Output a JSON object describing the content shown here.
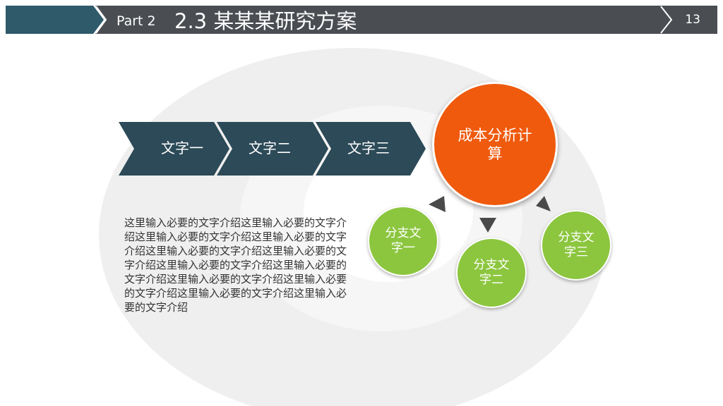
{
  "header": {
    "part_label": "Part 2",
    "title": "2.3 某某某研究方案",
    "page_number": "13"
  },
  "flow": {
    "steps": [
      "文字一",
      "文字二",
      "文字三"
    ]
  },
  "diagram": {
    "center": "成本分析计算",
    "branches": [
      "分支文字一",
      "分支文字二",
      "分支文字三"
    ]
  },
  "body_text": "这里输入必要的文字介绍这里输入必要的文字介绍这里输入必要的文字介绍这里输入必要的文字介绍这里输入必要的文字介绍这里输入必要的文字介绍这里输入必要的文字介绍这里输入必要的文字介绍这里输入必要的文字介绍这里输入必要的文字介绍这里输入必要的文字介绍这里输入必要的文字介绍",
  "colors": {
    "header_teal": "#2e5a6a",
    "header_gray": "#4a4d52",
    "arrow_fill": "#2c4a58",
    "center_orange": "#ef5a0d",
    "branch_green": "#8cc63f",
    "pointer": "#4a4a4a"
  }
}
